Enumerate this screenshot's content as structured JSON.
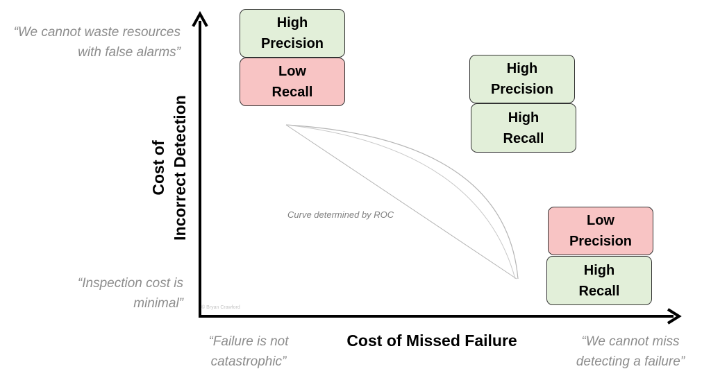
{
  "y_axis": {
    "title_line1": "Cost of",
    "title_line2": "Incorrect Detection"
  },
  "x_axis": {
    "title": "Cost of Missed Failure"
  },
  "quotes": {
    "top": {
      "line1": "“We cannot waste resources",
      "line2": "with false alarms”"
    },
    "bottom": {
      "line1": "“Inspection cost is",
      "line2": "minimal”"
    },
    "x_left": {
      "line1": "“Failure is not",
      "line2": "catastrophic”"
    },
    "x_right": {
      "line1": "“We cannot miss",
      "line2": "detecting a failure”"
    }
  },
  "quadrants": {
    "top_left": [
      {
        "line1": "High",
        "line2": "Precision",
        "color": "#e2efd9"
      },
      {
        "line1": "Low",
        "line2": "Recall",
        "color": "#f8c4c4"
      }
    ],
    "top_right": [
      {
        "line1": "High",
        "line2": "Precision",
        "color": "#e2efd9"
      },
      {
        "line1": "High",
        "line2": "Recall",
        "color": "#e2efd9"
      }
    ],
    "bottom_right": [
      {
        "line1": "Low",
        "line2": "Precision",
        "color": "#f8c4c4"
      },
      {
        "line1": "High",
        "line2": "Recall",
        "color": "#e2efd9"
      }
    ]
  },
  "curve_label": "Curve determined by ROC",
  "copyright": "© Bryan Crawford",
  "colors": {
    "good": "#e2efd9",
    "bad": "#f8c4c4",
    "quote": "#8c8c8c",
    "axis": "#000000"
  }
}
